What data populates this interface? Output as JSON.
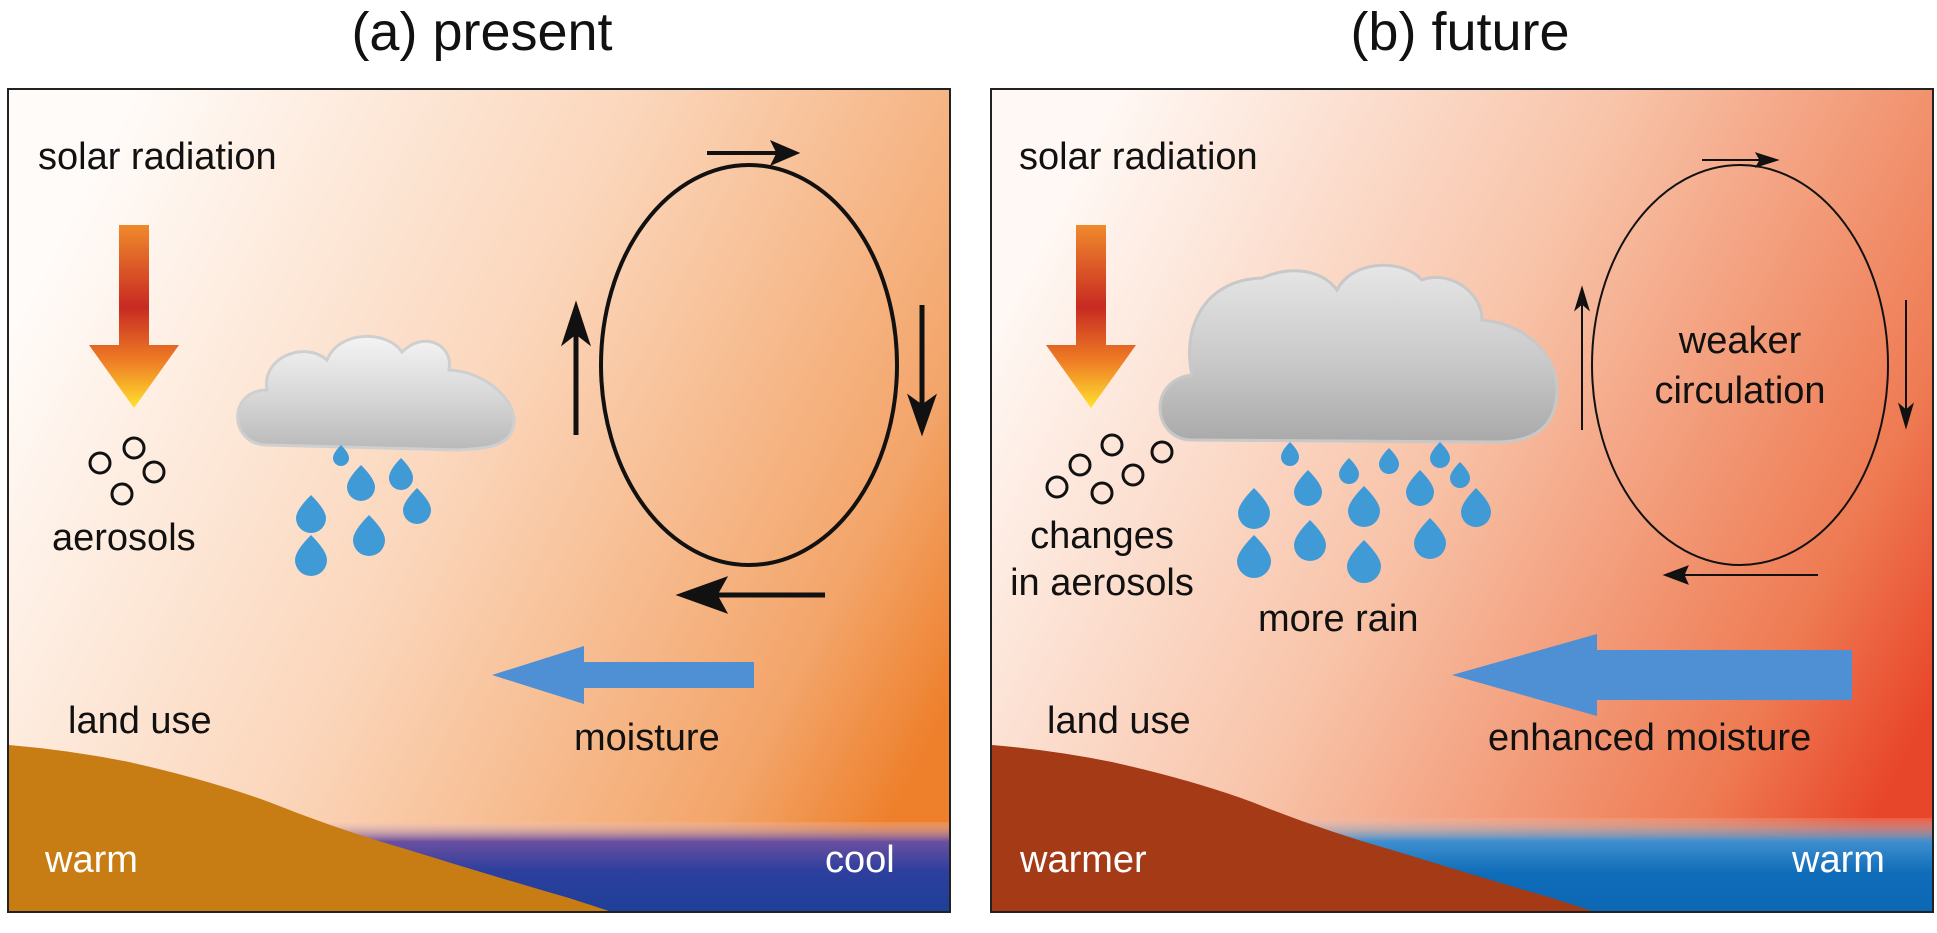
{
  "panel_a": {
    "title": "(a) present",
    "solar_label": "solar radiation",
    "aerosols_label": "aerosols",
    "land_label": "land use",
    "moisture_label": "moisture",
    "land_temp": "warm",
    "sea_temp": "cool"
  },
  "panel_b": {
    "title": "(b) future",
    "solar_label": "solar radiation",
    "aerosols_label_1": "changes",
    "aerosols_label_2": "in aerosols",
    "rain_label": "more rain",
    "circulation_label_1": "weaker",
    "circulation_label_2": "circulation",
    "land_label": "land use",
    "moisture_label": "enhanced moisture",
    "land_temp": "warmer",
    "sea_temp": "warm"
  },
  "colors": {
    "sky_a_light": "#fffaf6",
    "sky_a_dark": "#ef8a3a",
    "sky_b_light": "#fff6f2",
    "sky_b_dark": "#e8492a",
    "land_a": "#c87c14",
    "land_b": "#a53a16",
    "sea_a": "#1f3c9b",
    "sea_b": "#0e6cb8",
    "moisture_arrow": "#4f8fd3",
    "rain": "#3f9ad6",
    "cloud": "#d3d3d3"
  }
}
